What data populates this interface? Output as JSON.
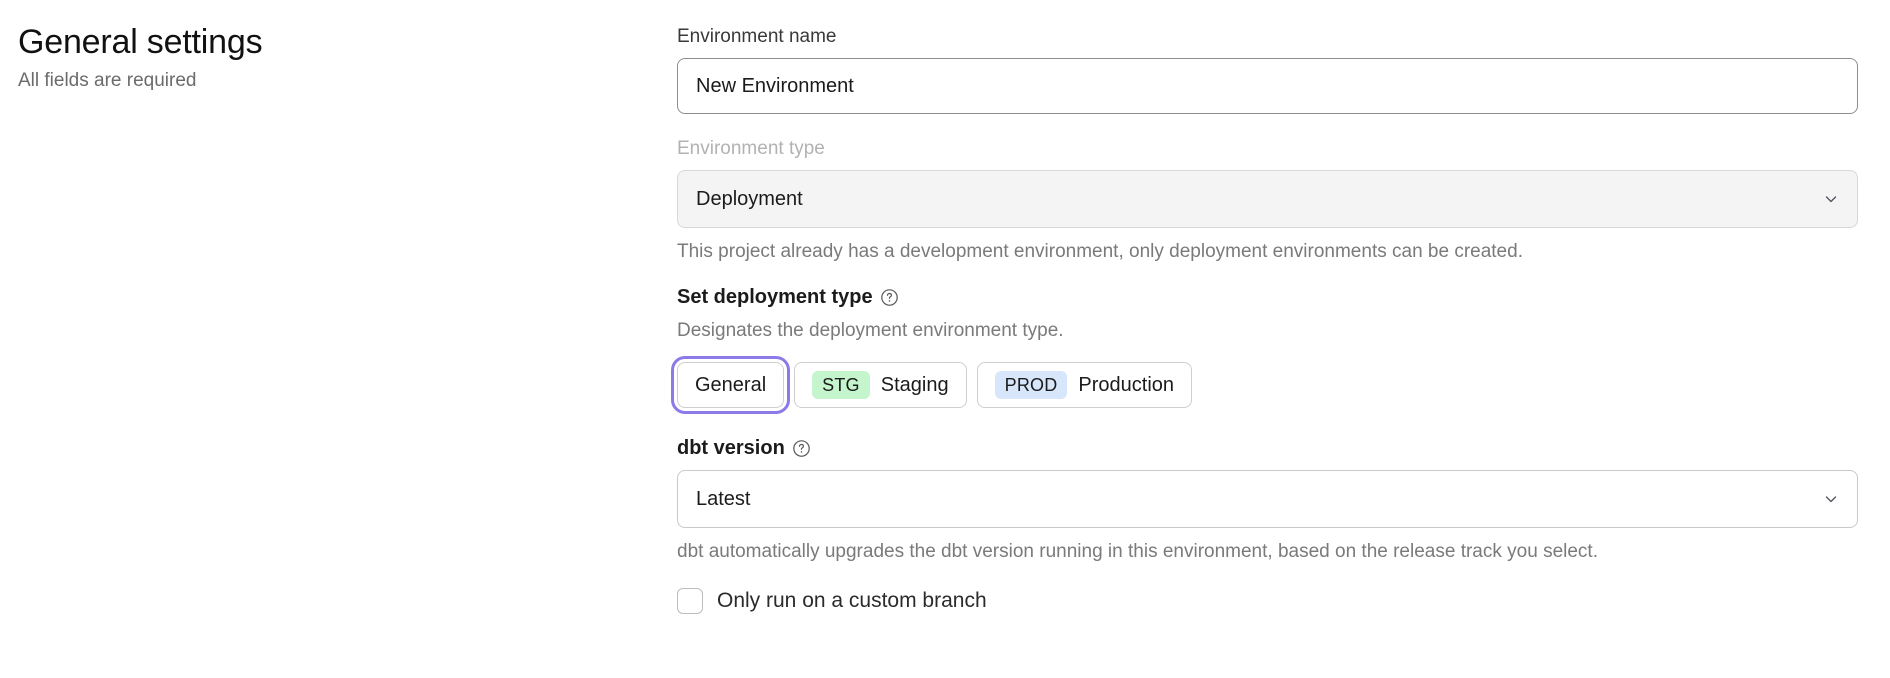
{
  "left": {
    "title": "General settings",
    "subtitle": "All fields are required"
  },
  "form": {
    "environment_name": {
      "label": "Environment name",
      "value": "New Environment"
    },
    "environment_type": {
      "label": "Environment type",
      "value": "Deployment",
      "disabled": true,
      "chevron_icon": "chevron-down-icon",
      "help_text": "This project already has a development environment, only deployment environments can be created."
    },
    "deployment_type": {
      "heading": "Set deployment type",
      "help_icon": "question-circle-icon",
      "description": "Designates the deployment environment type.",
      "options": [
        {
          "label": "General",
          "badge": null,
          "badge_color": null,
          "focused": true
        },
        {
          "label": "Staging",
          "badge": "STG",
          "badge_color": "#c4f5cd",
          "focused": false
        },
        {
          "label": "Production",
          "badge": "PROD",
          "badge_color": "#d7e6fb",
          "focused": false
        }
      ]
    },
    "dbt_version": {
      "label": "dbt version",
      "help_icon": "question-circle-icon",
      "value": "Latest",
      "chevron_icon": "chevron-down-icon",
      "help_text": "dbt automatically upgrades the dbt version running in this environment, based on the release track you select."
    },
    "custom_branch": {
      "label": "Only run on a custom branch",
      "checked": false
    }
  },
  "colors": {
    "focus_ring": "#8b7ae8",
    "badge_staging": "#c4f5cd",
    "badge_production": "#d7e6fb",
    "disabled_field": "#f4f4f5"
  }
}
